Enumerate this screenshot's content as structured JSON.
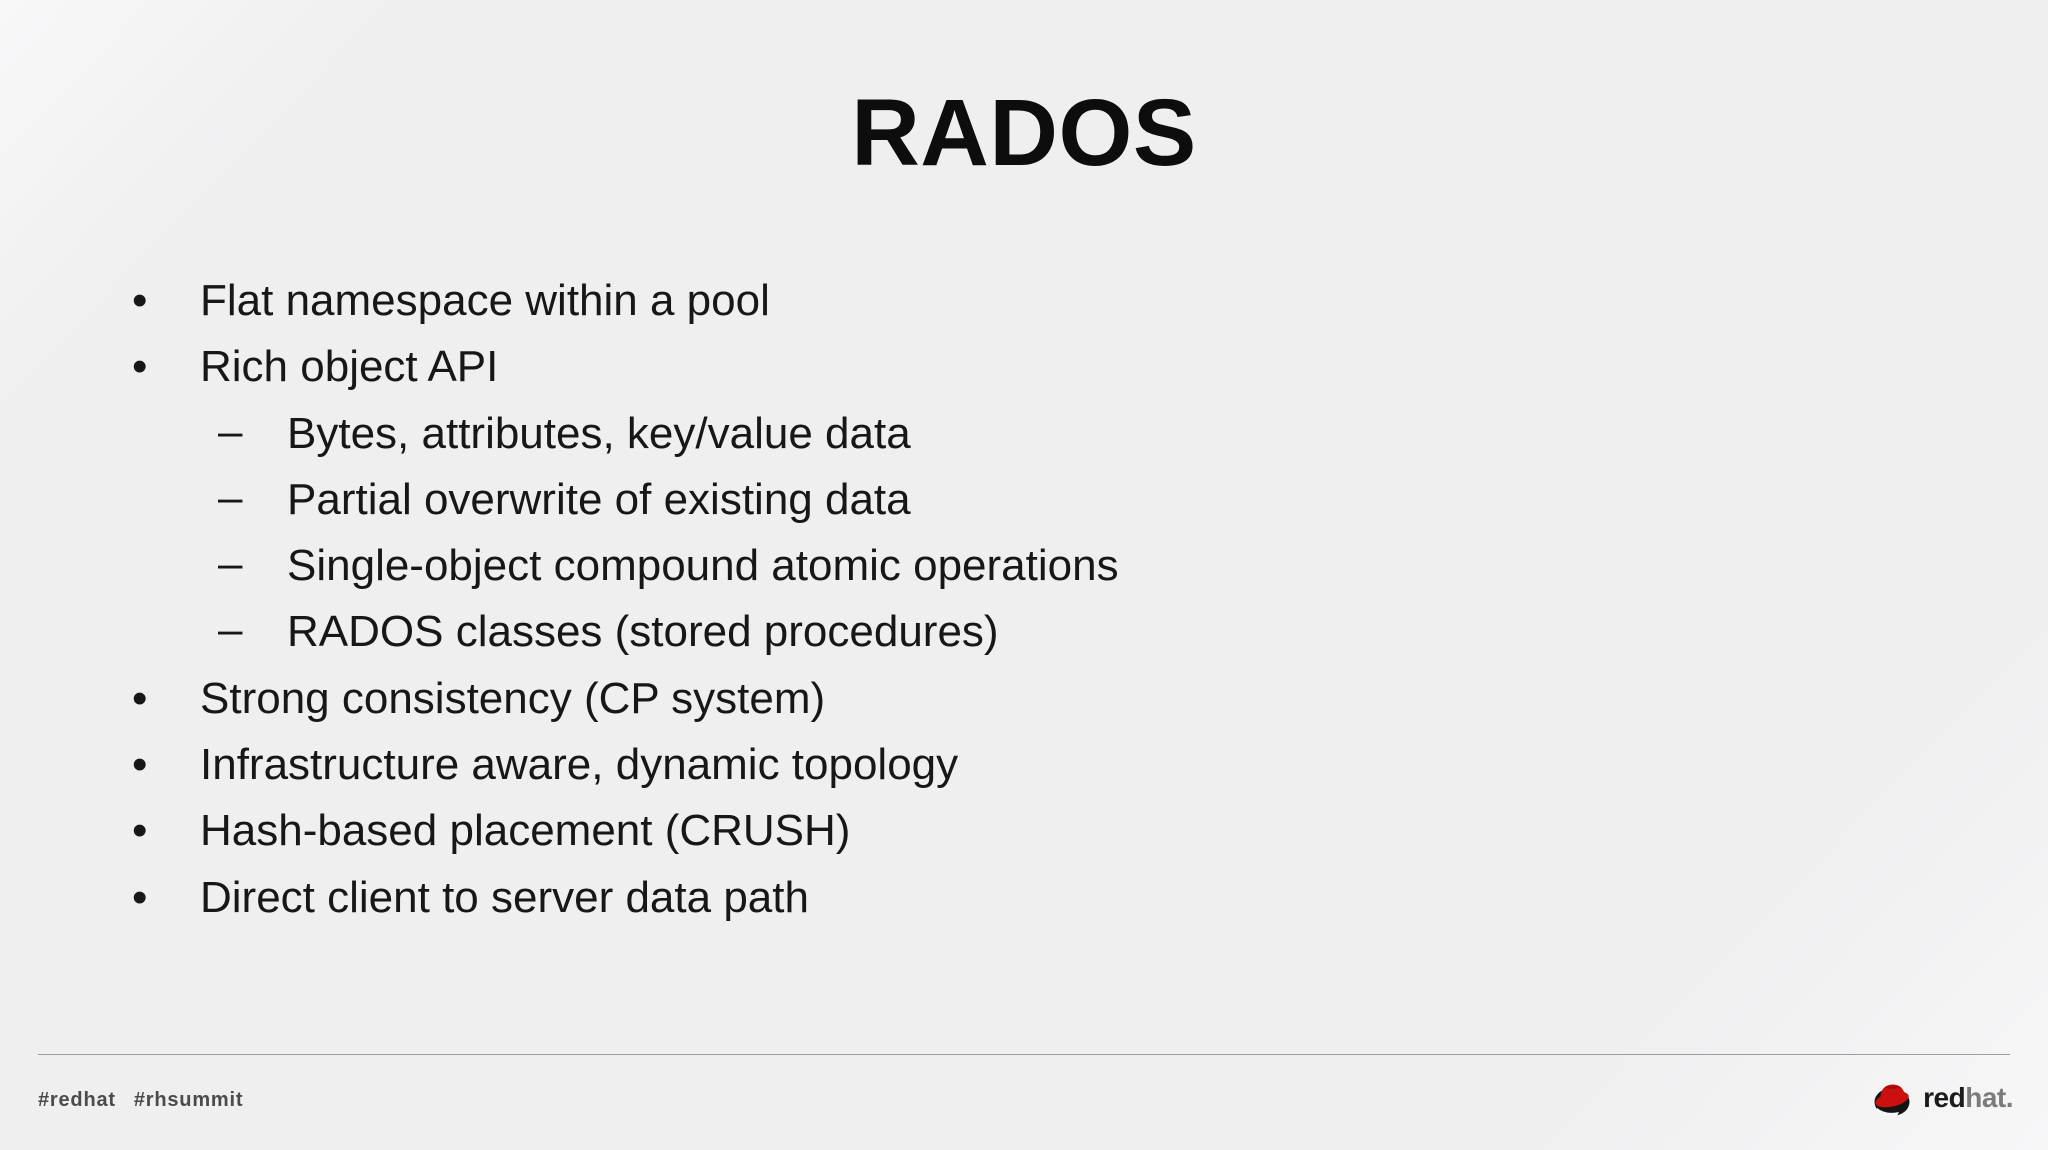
{
  "slide": {
    "title": "RADOS",
    "bullets": [
      {
        "level": 1,
        "marker": "•",
        "text": "Flat namespace within a pool"
      },
      {
        "level": 1,
        "marker": "•",
        "text": "Rich object API"
      },
      {
        "level": 2,
        "marker": "–",
        "text": "Bytes, attributes, key/value data"
      },
      {
        "level": 2,
        "marker": "–",
        "text": "Partial overwrite of existing data"
      },
      {
        "level": 2,
        "marker": "–",
        "text": "Single-object compound atomic operations"
      },
      {
        "level": 2,
        "marker": "–",
        "text": "RADOS classes (stored procedures)"
      },
      {
        "level": 1,
        "marker": "•",
        "text": "Strong consistency (CP system)"
      },
      {
        "level": 1,
        "marker": "•",
        "text": "Infrastructure aware, dynamic topology"
      },
      {
        "level": 1,
        "marker": "•",
        "text": "Hash-based placement (CRUSH)"
      },
      {
        "level": 1,
        "marker": "•",
        "text": "Direct client to server data path"
      }
    ]
  },
  "footer": {
    "hashtags": [
      "#redhat",
      "#rhsummit"
    ],
    "logo": {
      "brand_bold": "red",
      "brand_light": "hat."
    }
  },
  "colors": {
    "background": "#efeff0",
    "corner_highlight": "#f8f8f9",
    "title_text": "#0d0d0d",
    "body_text": "#171717",
    "divider": "#9e9e9e",
    "hashtag_text": "#4b4b4b",
    "logo_red": "#cc1010",
    "logo_dark": "#141414",
    "logo_gray": "#7b7b7b"
  }
}
